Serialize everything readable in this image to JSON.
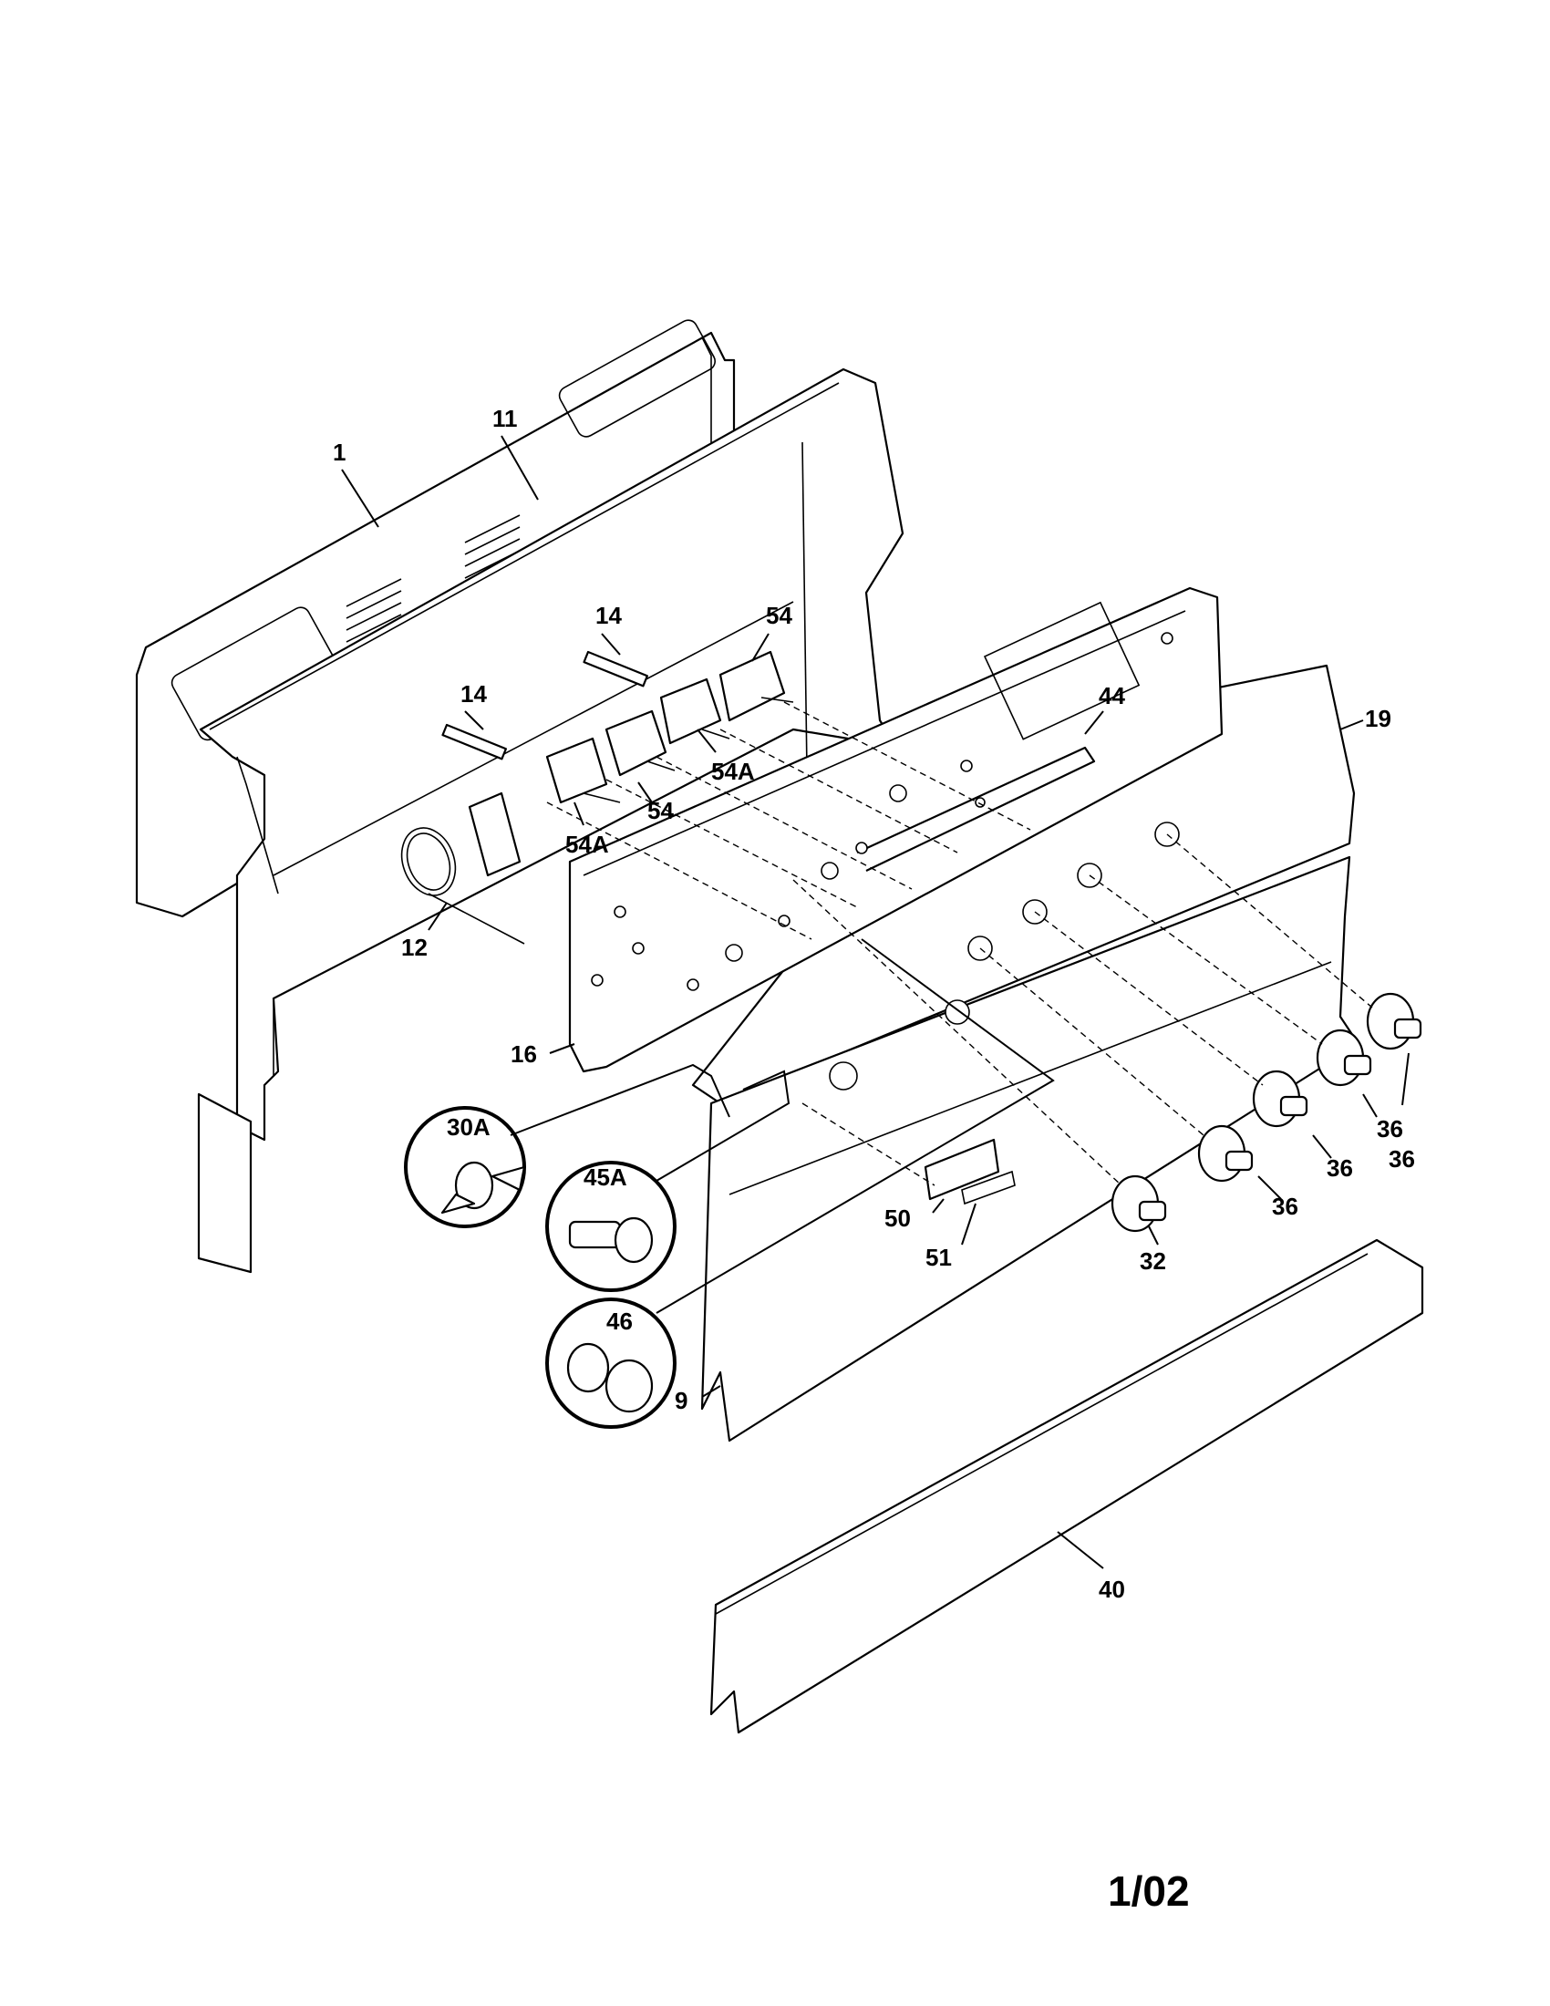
{
  "diagram": {
    "callouts": [
      {
        "id": "1",
        "label": "1"
      },
      {
        "id": "11",
        "label": "11"
      },
      {
        "id": "14a",
        "label": "14"
      },
      {
        "id": "14b",
        "label": "14"
      },
      {
        "id": "54a",
        "label": "54"
      },
      {
        "id": "54b",
        "label": "54"
      },
      {
        "id": "54A-a",
        "label": "54A"
      },
      {
        "id": "54A-b",
        "label": "54A"
      },
      {
        "id": "44",
        "label": "44"
      },
      {
        "id": "19",
        "label": "19"
      },
      {
        "id": "12",
        "label": "12"
      },
      {
        "id": "16",
        "label": "16"
      },
      {
        "id": "30A",
        "label": "30A"
      },
      {
        "id": "45A",
        "label": "45A"
      },
      {
        "id": "46",
        "label": "46"
      },
      {
        "id": "50",
        "label": "50"
      },
      {
        "id": "51",
        "label": "51"
      },
      {
        "id": "9",
        "label": "9"
      },
      {
        "id": "32",
        "label": "32"
      },
      {
        "id": "36a",
        "label": "36"
      },
      {
        "id": "36b",
        "label": "36"
      },
      {
        "id": "36c",
        "label": "36"
      },
      {
        "id": "36d",
        "label": "36"
      },
      {
        "id": "40",
        "label": "40"
      }
    ],
    "page_number": "1/02"
  }
}
